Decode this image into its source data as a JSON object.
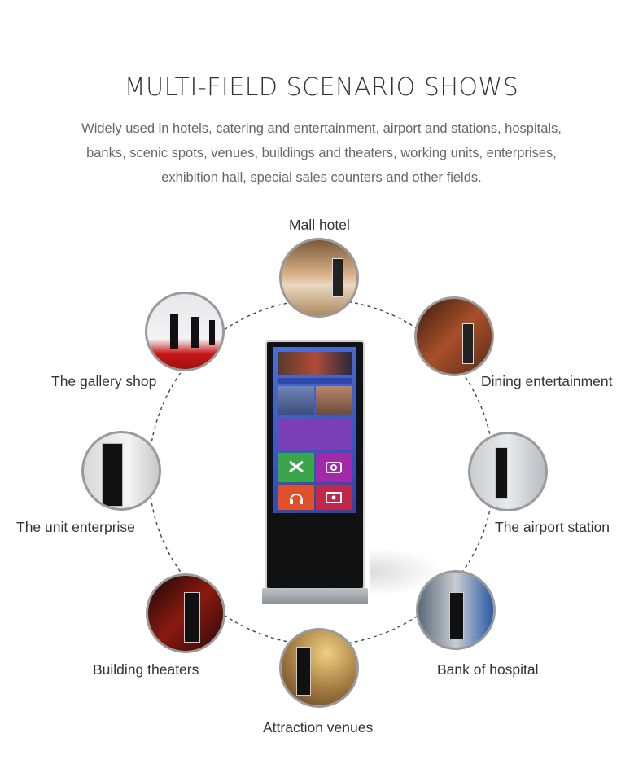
{
  "header": {
    "title": "MULTI-FIELD SCENARIO SHOWS",
    "subtitle_lines": [
      "Widely used in hotels, catering and entertainment, airport and stations, hospitals,",
      "banks, scenic spots, venues, buildings and theaters, working units, enterprises,",
      "exhibition hall, special sales counters and other fields."
    ]
  },
  "scenarios": [
    {
      "label": "Mall hotel"
    },
    {
      "label": "Dining entertainment"
    },
    {
      "label": "The airport station"
    },
    {
      "label": "Bank of hospital"
    },
    {
      "label": "Attraction venues"
    },
    {
      "label": "Building theaters"
    },
    {
      "label": "The unit enterprise"
    },
    {
      "label": "The gallery shop"
    }
  ],
  "colors": {
    "ring": "#444444",
    "circle_border": "#9a9a9a",
    "screen_blue": "#3a56bc"
  }
}
